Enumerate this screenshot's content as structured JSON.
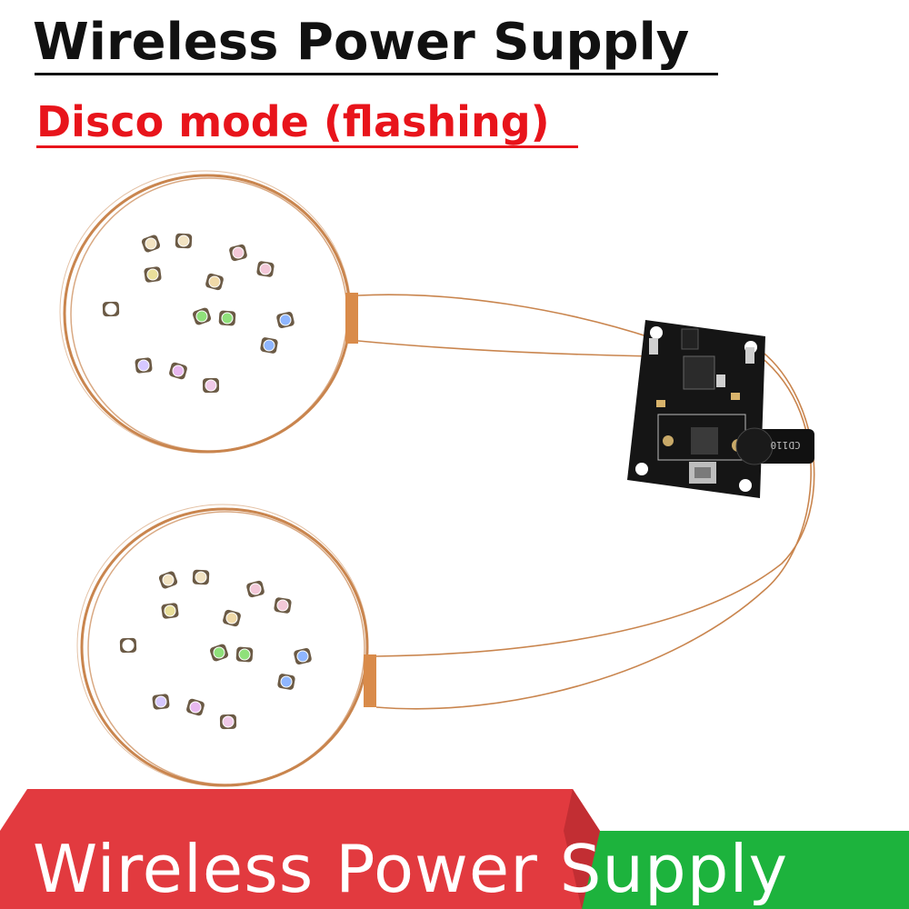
{
  "title": "Wireless Power Supply",
  "subtitle": "Disco mode (flashing)",
  "board": {
    "silkscreen": "CD110",
    "port": "USB-C"
  },
  "banner": {
    "text": "Wireless Power Supply",
    "colors": {
      "red": "#e23a3f",
      "green": "#1db33d"
    }
  },
  "colors": {
    "title": "#111111",
    "subtitle": "#e8141b",
    "coil": "#c9854e",
    "board": "#151515"
  },
  "leds": [
    {
      "color": "#f2e3c2"
    },
    {
      "color": "#f2e3c2"
    },
    {
      "color": "#f3c8d8"
    },
    {
      "color": "#f3c8d8"
    },
    {
      "color": "#e9df9a"
    },
    {
      "color": "#f0d9a8"
    },
    {
      "color": "#ffffff"
    },
    {
      "color": "#8fe07a"
    },
    {
      "color": "#8fe07a"
    },
    {
      "color": "#8fb6ff"
    },
    {
      "color": "#8fb6ff"
    },
    {
      "color": "#d6c8ff"
    },
    {
      "color": "#e8b8f0"
    },
    {
      "color": "#f0c9e8"
    }
  ]
}
